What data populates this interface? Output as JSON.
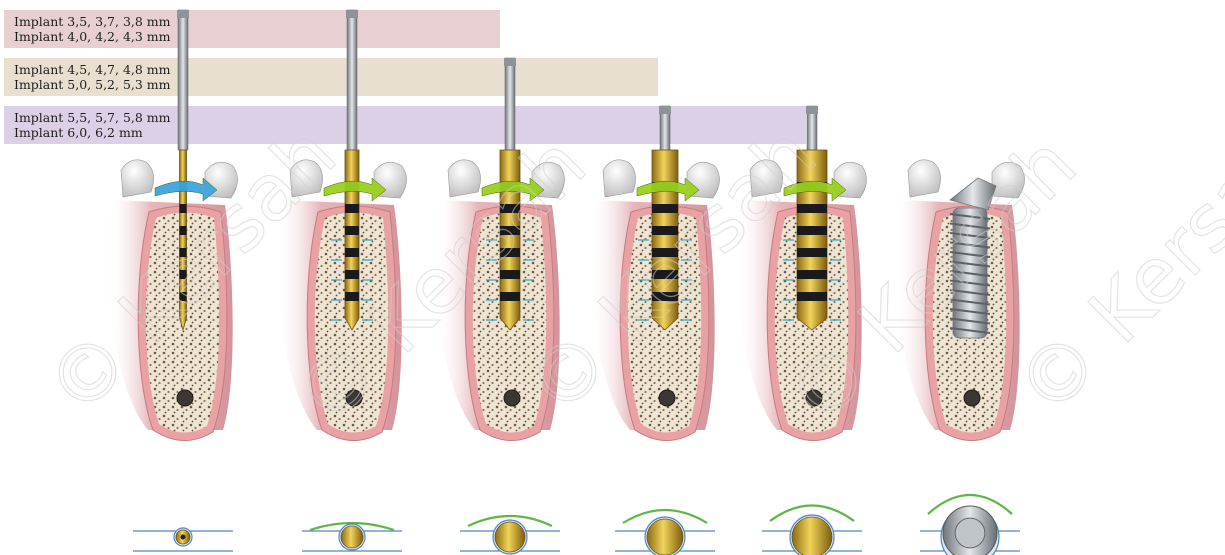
{
  "bands": [
    {
      "color": "#e7cfd2",
      "lines": [
        "Implant 3,5, 3,7, 3,8 mm",
        "Implant 4,0, 4,2, 4,3 mm"
      ]
    },
    {
      "color": "#e9dfd0",
      "lines": [
        "Implant 4,5, 4,7, 4,8 mm",
        "Implant 5,0, 5,2, 5,3 mm"
      ]
    },
    {
      "color": "#dcd0e6",
      "lines": [
        "Implant 5,5, 5,7, 5,8 mm",
        "Implant 6,0, 6,2 mm"
      ]
    }
  ],
  "steps": [
    {
      "tool": "pilot-drill",
      "rotation": "blue"
    },
    {
      "tool": "osteotome-drill",
      "rotation": "green"
    },
    {
      "tool": "osteotome-drill",
      "rotation": "green"
    },
    {
      "tool": "osteotome-drill",
      "rotation": "green"
    },
    {
      "tool": "osteotome-drill",
      "rotation": "green"
    },
    {
      "tool": "implant",
      "rotation": "none"
    }
  ],
  "watermark": "© Kersah",
  "colors": {
    "gum": "#c24d58",
    "bone": "#efe4d2",
    "gold": "#c9a227",
    "steel": "#9aa0a6",
    "arrow_green": "#9bd11f",
    "arrow_blue": "#3ea6dd",
    "line_blue": "#4f86c6",
    "compress_green": "#5fb54a"
  }
}
